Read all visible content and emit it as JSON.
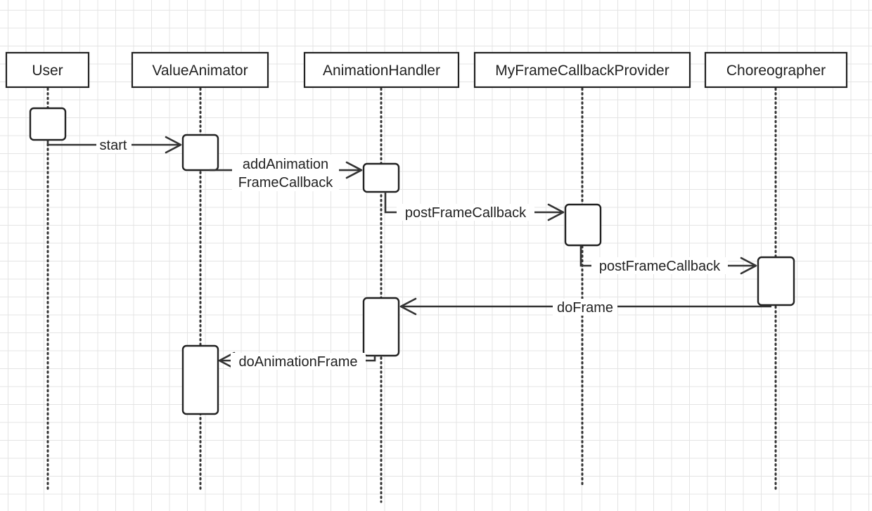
{
  "diagram": {
    "participants": [
      {
        "id": "user",
        "label": "User"
      },
      {
        "id": "valueanimator",
        "label": "ValueAnimator"
      },
      {
        "id": "animationhandler",
        "label": "AnimationHandler"
      },
      {
        "id": "myframecallbackprovider",
        "label": "MyFrameCallbackProvider"
      },
      {
        "id": "choreographer",
        "label": "Choreographer"
      }
    ],
    "messages": [
      {
        "id": "start",
        "from": "User",
        "to": "ValueAnimator",
        "label_lines": [
          "start"
        ]
      },
      {
        "id": "addanimationframecallback",
        "from": "ValueAnimator",
        "to": "AnimationHandler",
        "label_lines": [
          "addAnimation",
          "FrameCallback"
        ]
      },
      {
        "id": "postframecallback-1",
        "from": "AnimationHandler",
        "to": "MyFrameCallbackProvider",
        "label_lines": [
          "postFrameCallback"
        ]
      },
      {
        "id": "postframecallback-2",
        "from": "MyFrameCallbackProvider",
        "to": "Choreographer",
        "label_lines": [
          "postFrameCallback"
        ]
      },
      {
        "id": "doframe",
        "from": "Choreographer",
        "to": "AnimationHandler",
        "label_lines": [
          "doFrame"
        ]
      },
      {
        "id": "doanimationframe",
        "from": "AnimationHandler",
        "to": "ValueAnimator",
        "label_lines": [
          "doAnimationFrame"
        ]
      }
    ]
  }
}
